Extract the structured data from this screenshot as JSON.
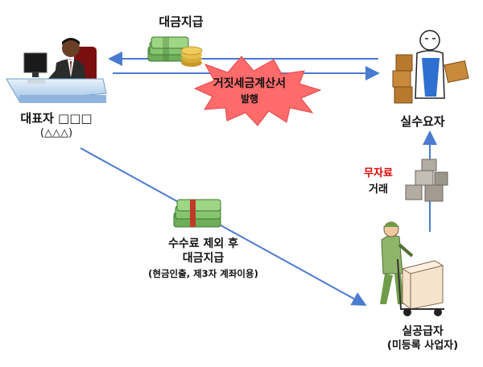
{
  "labels": {
    "payment_top": "대금지급",
    "ceo_name": "대표자 □□□",
    "ceo_sub": "(△△△)",
    "fake_invoice": "거짓세금계산서",
    "issued": "발행",
    "real_supplier": "실수요자",
    "no_material_1": "무자료",
    "no_material_2": "거래",
    "fee_1": "수수료 제외 후",
    "fee_2": "대금지급",
    "fee_3": "(현금인출, 제3자 계좌이용)",
    "actual_1": "실공급자",
    "actual_2": "(미등록 사업자)"
  },
  "colors": {
    "arrow": "#4a7bd0",
    "burst": "#ff6a6a",
    "highlight": "#e00000"
  },
  "icons": [
    "businessman-at-desk-icon",
    "money-stack-coins-icon",
    "worker-with-boxes-icon",
    "money-stack-icon",
    "box-pile-icon",
    "delivery-worker-cart-icon"
  ]
}
